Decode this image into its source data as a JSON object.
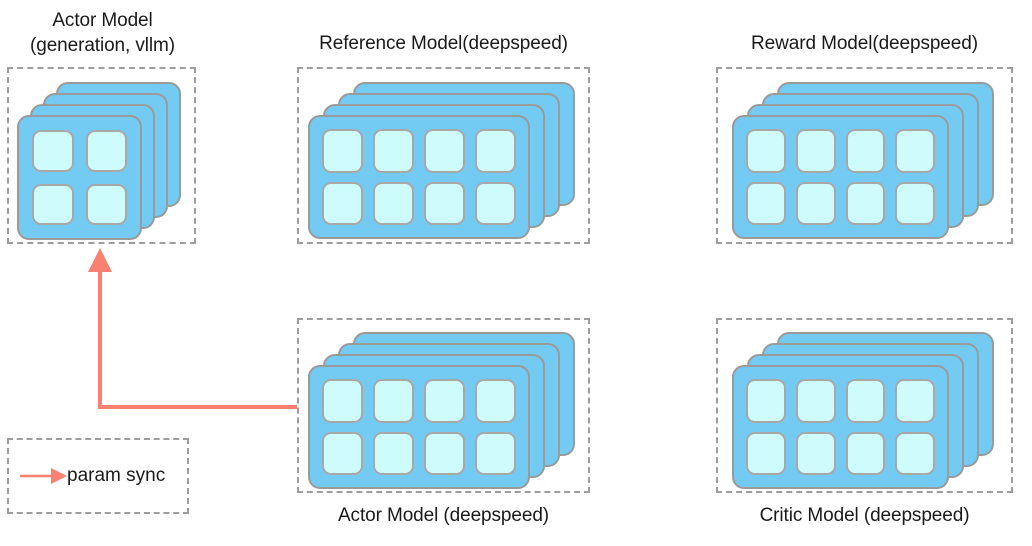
{
  "diagram": {
    "title": "RLHF model placement diagram",
    "background_color": "#ffffff",
    "colors": {
      "card_fill": "#73caf2",
      "card_border": "#9a9a9a",
      "cell_fill": "#cefcfd",
      "cell_border": "#a8a8a8",
      "dashed_border": "#9d9d9d",
      "arrow": "#fa8072",
      "text": "#1a1a1a"
    }
  },
  "groups": [
    {
      "id": "actor-vllm",
      "label": "Actor Model\n(generation, vllm)",
      "label_position": "top",
      "engine": "vllm",
      "stack_count": 4,
      "grid_cols": 2,
      "grid_rows": 2,
      "cell_count": 4
    },
    {
      "id": "reference",
      "label": "Reference Model(deepspeed)",
      "label_position": "top",
      "engine": "deepspeed",
      "stack_count": 4,
      "grid_cols": 4,
      "grid_rows": 2,
      "cell_count": 8
    },
    {
      "id": "reward",
      "label": "Reward Model(deepspeed)",
      "label_position": "top",
      "engine": "deepspeed",
      "stack_count": 4,
      "grid_cols": 4,
      "grid_rows": 2,
      "cell_count": 8
    },
    {
      "id": "actor-deepspeed",
      "label": "Actor Model (deepspeed)",
      "label_position": "bottom",
      "engine": "deepspeed",
      "stack_count": 4,
      "grid_cols": 4,
      "grid_rows": 2,
      "cell_count": 8
    },
    {
      "id": "critic",
      "label": "Critic Model (deepspeed)",
      "label_position": "bottom",
      "engine": "deepspeed",
      "stack_count": 4,
      "grid_cols": 4,
      "grid_rows": 2,
      "cell_count": 8
    }
  ],
  "connector": {
    "label": "param sync",
    "from": "actor-deepspeed",
    "to": "actor-vllm",
    "color": "#fa8072",
    "style": "elbow-arrow"
  },
  "legend": {
    "label": "param sync",
    "arrow_color": "#fa8072"
  }
}
